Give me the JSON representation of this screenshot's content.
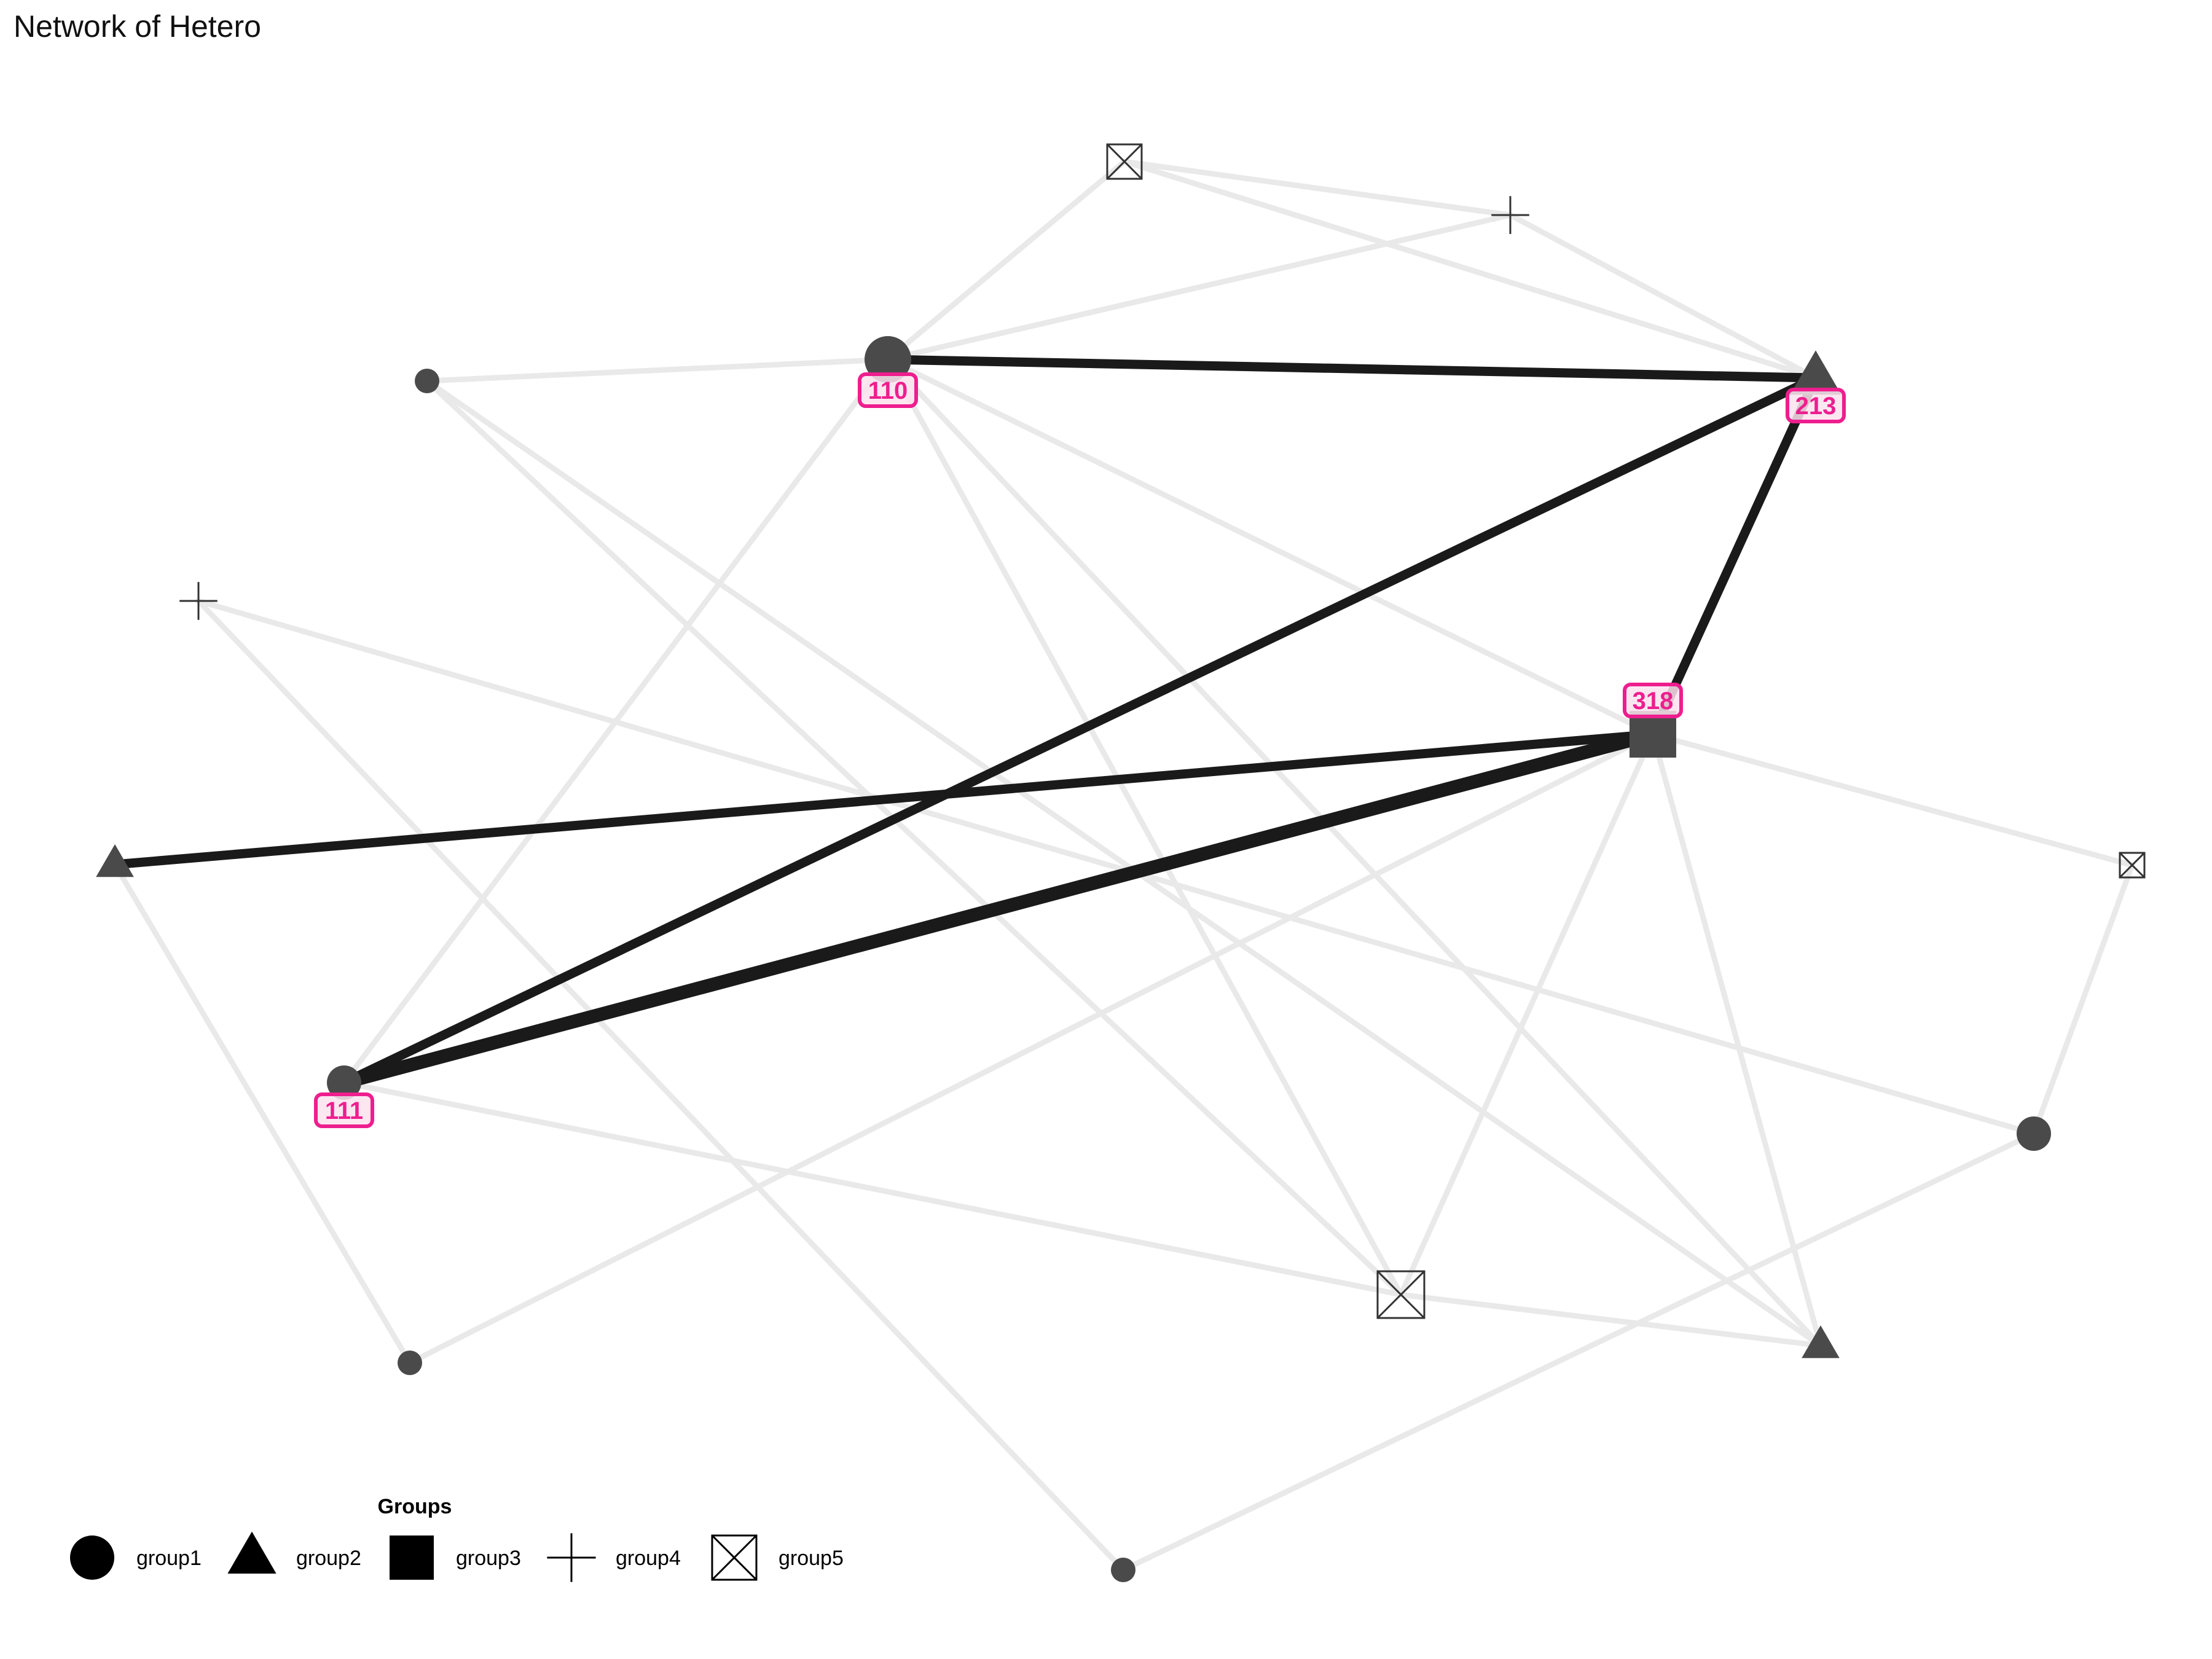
{
  "title": "Network of Hetero",
  "colors": {
    "node_fill": "#4a4a4a",
    "strong_edge": "#1a1a1a",
    "weak_edge": "#e9e9e9",
    "label_accent": "#ee1e8e",
    "label_bg": "#fbe3ef"
  },
  "nodes": [
    {
      "id": "n110",
      "group": "group1",
      "label": "110",
      "size": "large"
    },
    {
      "id": "n213",
      "group": "group2",
      "label": "213",
      "size": "large"
    },
    {
      "id": "n318",
      "group": "group3",
      "label": "318",
      "size": "large"
    },
    {
      "id": "n111",
      "group": "group1",
      "label": "111",
      "size": "medium"
    },
    {
      "id": "nTopBox",
      "group": "group5",
      "label": "",
      "size": "medium"
    },
    {
      "id": "nTopPlus",
      "group": "group4",
      "label": "",
      "size": "medium"
    },
    {
      "id": "nLeftDot",
      "group": "group1",
      "label": "",
      "size": "small"
    },
    {
      "id": "nLeftPlus",
      "group": "group4",
      "label": "",
      "size": "medium"
    },
    {
      "id": "nLeftTri",
      "group": "group2",
      "label": "",
      "size": "medium"
    },
    {
      "id": "nRightBox",
      "group": "group5",
      "label": "",
      "size": "small"
    },
    {
      "id": "nRightDot",
      "group": "group1",
      "label": "",
      "size": "medium"
    },
    {
      "id": "nMidBox",
      "group": "group5",
      "label": "",
      "size": "large"
    },
    {
      "id": "nLowTri",
      "group": "group2",
      "label": "",
      "size": "medium"
    },
    {
      "id": "nLowDot",
      "group": "group1",
      "label": "",
      "size": "small"
    },
    {
      "id": "nBotDot",
      "group": "group1",
      "label": "",
      "size": "small"
    }
  ],
  "edges": [
    {
      "from": "n110",
      "to": "n213",
      "strength": "strong"
    },
    {
      "from": "n111",
      "to": "n213",
      "strength": "strong"
    },
    {
      "from": "n111",
      "to": "n318",
      "strength": "strongest"
    },
    {
      "from": "nLeftTri",
      "to": "n318",
      "strength": "strong"
    },
    {
      "from": "n318",
      "to": "n213",
      "strength": "strong"
    },
    {
      "from": "nTopBox",
      "to": "nTopPlus",
      "strength": "weak"
    },
    {
      "from": "nTopBox",
      "to": "n213",
      "strength": "weak"
    },
    {
      "from": "nTopBox",
      "to": "n110",
      "strength": "weak"
    },
    {
      "from": "nTopPlus",
      "to": "n110",
      "strength": "weak"
    },
    {
      "from": "nTopPlus",
      "to": "n213",
      "strength": "weak"
    },
    {
      "from": "nLeftDot",
      "to": "n110",
      "strength": "weak"
    },
    {
      "from": "nLeftDot",
      "to": "nMidBox",
      "strength": "weak"
    },
    {
      "from": "nLeftDot",
      "to": "nLowTri",
      "strength": "weak"
    },
    {
      "from": "n110",
      "to": "n318",
      "strength": "weak"
    },
    {
      "from": "n110",
      "to": "nLowTri",
      "strength": "weak"
    },
    {
      "from": "n110",
      "to": "nMidBox",
      "strength": "weak"
    },
    {
      "from": "n110",
      "to": "n111",
      "strength": "weak"
    },
    {
      "from": "nLeftPlus",
      "to": "nRightDot",
      "strength": "weak"
    },
    {
      "from": "nLeftPlus",
      "to": "nBotDot",
      "strength": "weak"
    },
    {
      "from": "nLeftTri",
      "to": "nLowDot",
      "strength": "weak"
    },
    {
      "from": "n318",
      "to": "nRightBox",
      "strength": "weak"
    },
    {
      "from": "n318",
      "to": "nMidBox",
      "strength": "weak"
    },
    {
      "from": "n318",
      "to": "nLowTri",
      "strength": "weak"
    },
    {
      "from": "n318",
      "to": "nLowDot",
      "strength": "weak"
    },
    {
      "from": "nRightBox",
      "to": "nRightDot",
      "strength": "weak"
    },
    {
      "from": "nRightDot",
      "to": "nBotDot",
      "strength": "weak"
    },
    {
      "from": "n111",
      "to": "nMidBox",
      "strength": "weak"
    },
    {
      "from": "nMidBox",
      "to": "nLowTri",
      "strength": "weak"
    }
  ],
  "legend": {
    "title": "Groups",
    "items": [
      {
        "label": "group1",
        "shape": "circle"
      },
      {
        "label": "group2",
        "shape": "triangle"
      },
      {
        "label": "group3",
        "shape": "square"
      },
      {
        "label": "group4",
        "shape": "plus"
      },
      {
        "label": "group5",
        "shape": "boxed-x"
      }
    ]
  }
}
